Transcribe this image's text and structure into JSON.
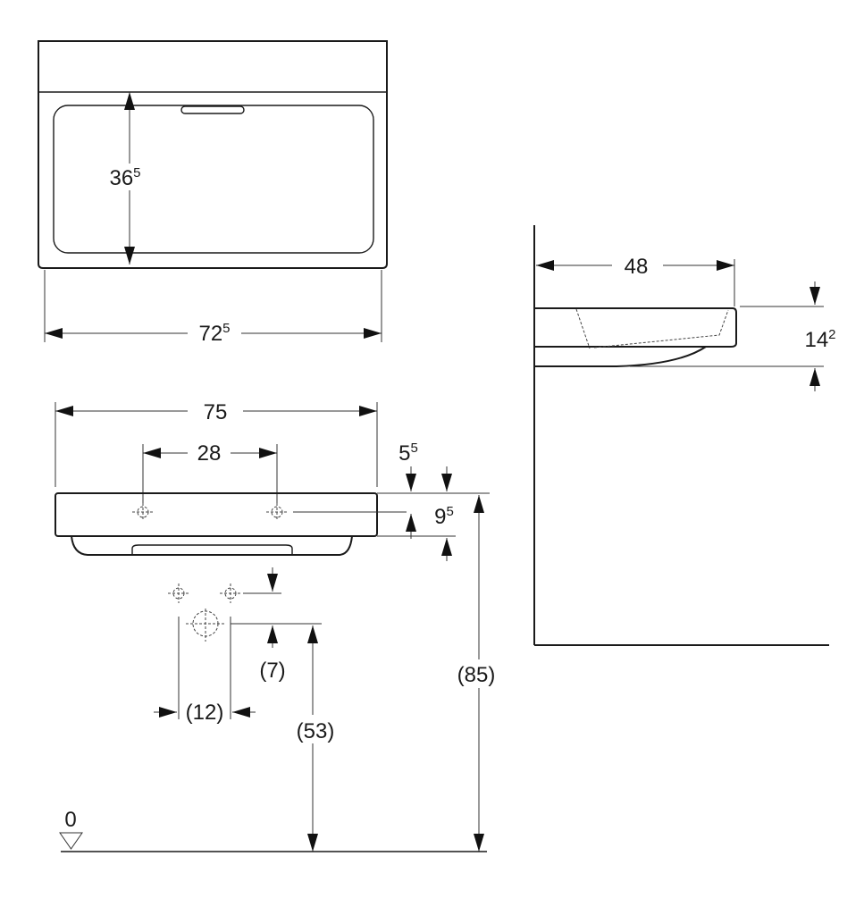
{
  "top_view": {
    "depth_label": {
      "main": "36",
      "sup": "5"
    },
    "width_label": {
      "main": "72",
      "sup": "5"
    }
  },
  "front_view": {
    "overall_width": "75",
    "tap_spacing": "28",
    "tap_offset_top": {
      "main": "5",
      "sup": "5"
    },
    "rim_thickness": {
      "main": "9",
      "sup": "5"
    },
    "supply_height": "(7)",
    "supply_spacing": "(12)",
    "waste_height": "(53)",
    "rim_height": "(85)",
    "floor_level": "0"
  },
  "side_view": {
    "projection": "48",
    "height_label": {
      "main": "14",
      "sup": "2"
    }
  }
}
